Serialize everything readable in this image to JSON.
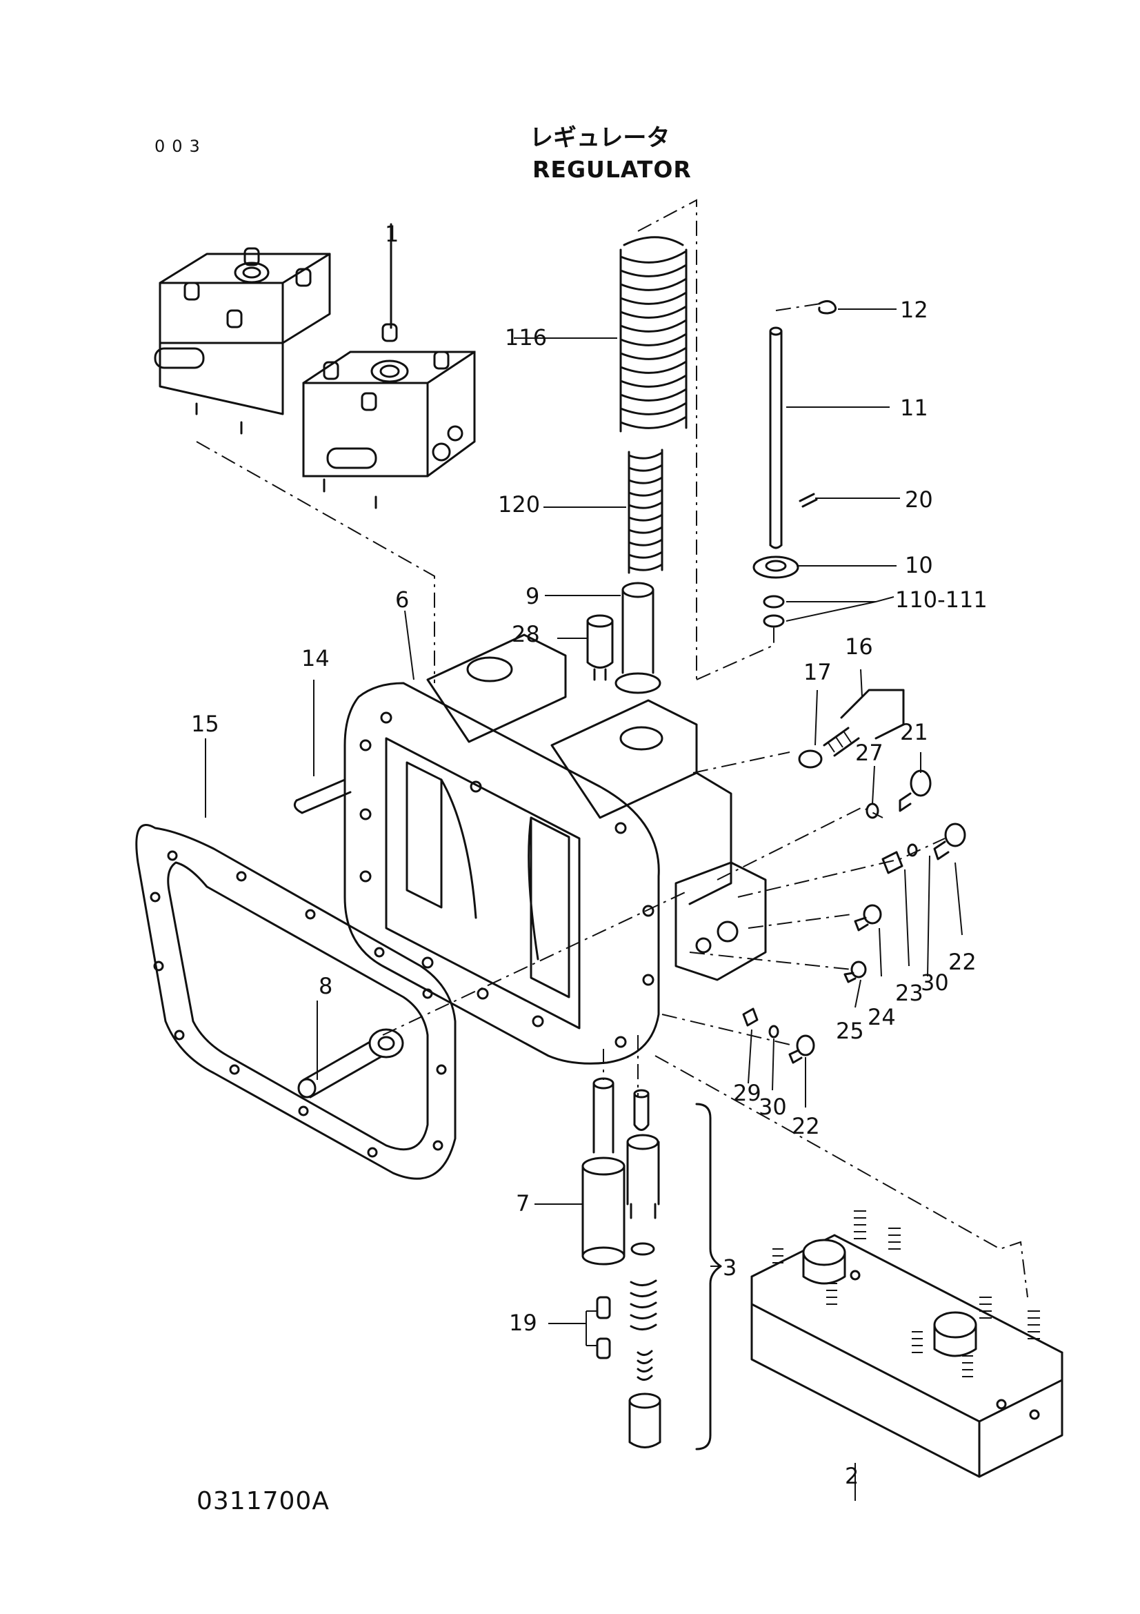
{
  "header": {
    "code": "003",
    "title_jp": "レギュレータ",
    "title_en": "REGULATOR"
  },
  "footer": {
    "drawing_no": "0311700A"
  },
  "callouts": [
    {
      "id": "1",
      "label": "1"
    },
    {
      "id": "2",
      "label": "2"
    },
    {
      "id": "3",
      "label": "3"
    },
    {
      "id": "6",
      "label": "6"
    },
    {
      "id": "7",
      "label": "7"
    },
    {
      "id": "8",
      "label": "8"
    },
    {
      "id": "9",
      "label": "9"
    },
    {
      "id": "10",
      "label": "10"
    },
    {
      "id": "11",
      "label": "11"
    },
    {
      "id": "12",
      "label": "12"
    },
    {
      "id": "14",
      "label": "14"
    },
    {
      "id": "15",
      "label": "15"
    },
    {
      "id": "16",
      "label": "16"
    },
    {
      "id": "17",
      "label": "17"
    },
    {
      "id": "19",
      "label": "19"
    },
    {
      "id": "20",
      "label": "20"
    },
    {
      "id": "21",
      "label": "21"
    },
    {
      "id": "22a",
      "label": "22"
    },
    {
      "id": "22b",
      "label": "22"
    },
    {
      "id": "23",
      "label": "23"
    },
    {
      "id": "24",
      "label": "24"
    },
    {
      "id": "25",
      "label": "25"
    },
    {
      "id": "27",
      "label": "27"
    },
    {
      "id": "28",
      "label": "28"
    },
    {
      "id": "29",
      "label": "29"
    },
    {
      "id": "30a",
      "label": "30"
    },
    {
      "id": "30b",
      "label": "30"
    },
    {
      "id": "110-111",
      "label": "110-111"
    },
    {
      "id": "116",
      "label": "116"
    },
    {
      "id": "120",
      "label": "120"
    }
  ]
}
